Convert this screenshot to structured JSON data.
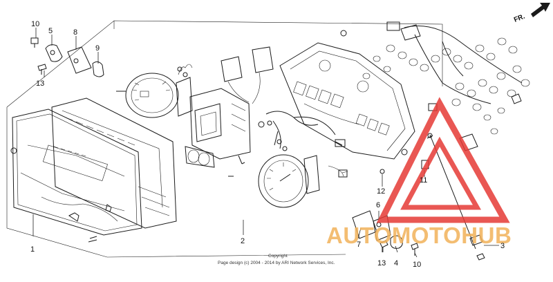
{
  "diagram": {
    "direction_label": "FR.",
    "copyright_line1": "Copyright",
    "copyright_line2": "Page design (c) 2004 - 2014 by ARI Network Services, Inc.",
    "watermark": {
      "text": "AUTOMOTOHUB",
      "color": "#e53935",
      "accent": "#f2b25a"
    },
    "part_labels": [
      "1",
      "2",
      "3",
      "4",
      "5",
      "6",
      "7",
      "8",
      "9",
      "10",
      "10",
      "11",
      "12",
      "13",
      "13"
    ]
  }
}
